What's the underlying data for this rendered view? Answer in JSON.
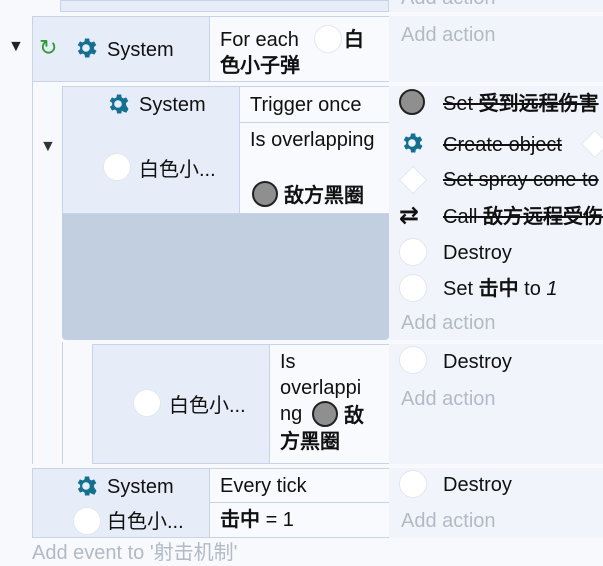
{
  "top_partial": {
    "add_action": "Add action"
  },
  "event1": {
    "system_label": "System",
    "condition_prefix": "For each",
    "condition_obj": "白色小子弹",
    "add_action": "Add action",
    "sub_events": [
      {
        "conditions": [
          {
            "obj_label": "System",
            "text": "Trigger once"
          },
          {
            "obj_label": "白色小...",
            "text": "Is overlapping",
            "target": "敌方黑圈"
          }
        ],
        "actions": [
          {
            "prefix": "Set",
            "strong": "受到远程伤害",
            "disabled": true
          },
          {
            "prefix": "Create object",
            "disabled": true
          },
          {
            "prefix": "Set spray cone to",
            "disabled": true
          },
          {
            "prefix": "Call",
            "strong": "敌方远程受伤",
            "disabled": true
          },
          {
            "prefix": "Destroy"
          },
          {
            "prefix": "Set",
            "strong": "击中",
            "suffix": "to",
            "value": "1"
          }
        ],
        "add_action": "Add action"
      },
      {
        "conditions": [
          {
            "obj_label": "白色小...",
            "text_line1": "Is",
            "text_line2": "overlappi",
            "text_line3": "ng",
            "target_line1": "敌",
            "target_line2": "方黑圈"
          }
        ],
        "actions": [
          {
            "prefix": "Destroy"
          }
        ],
        "add_action": "Add action"
      }
    ]
  },
  "event2": {
    "conditions": [
      {
        "obj_label": "System",
        "text": "Every tick"
      },
      {
        "obj_label": "白色小...",
        "strong": "击中",
        "text": "= 1"
      }
    ],
    "actions": [
      {
        "prefix": "Destroy"
      }
    ],
    "add_action": "Add action"
  },
  "footer": {
    "add_event": "Add event to '射击机制'"
  },
  "colors": {
    "gear": "#13708f",
    "loop": "#2f9a2f",
    "block": "#e6edf8",
    "gap": "#c2cfe0"
  }
}
